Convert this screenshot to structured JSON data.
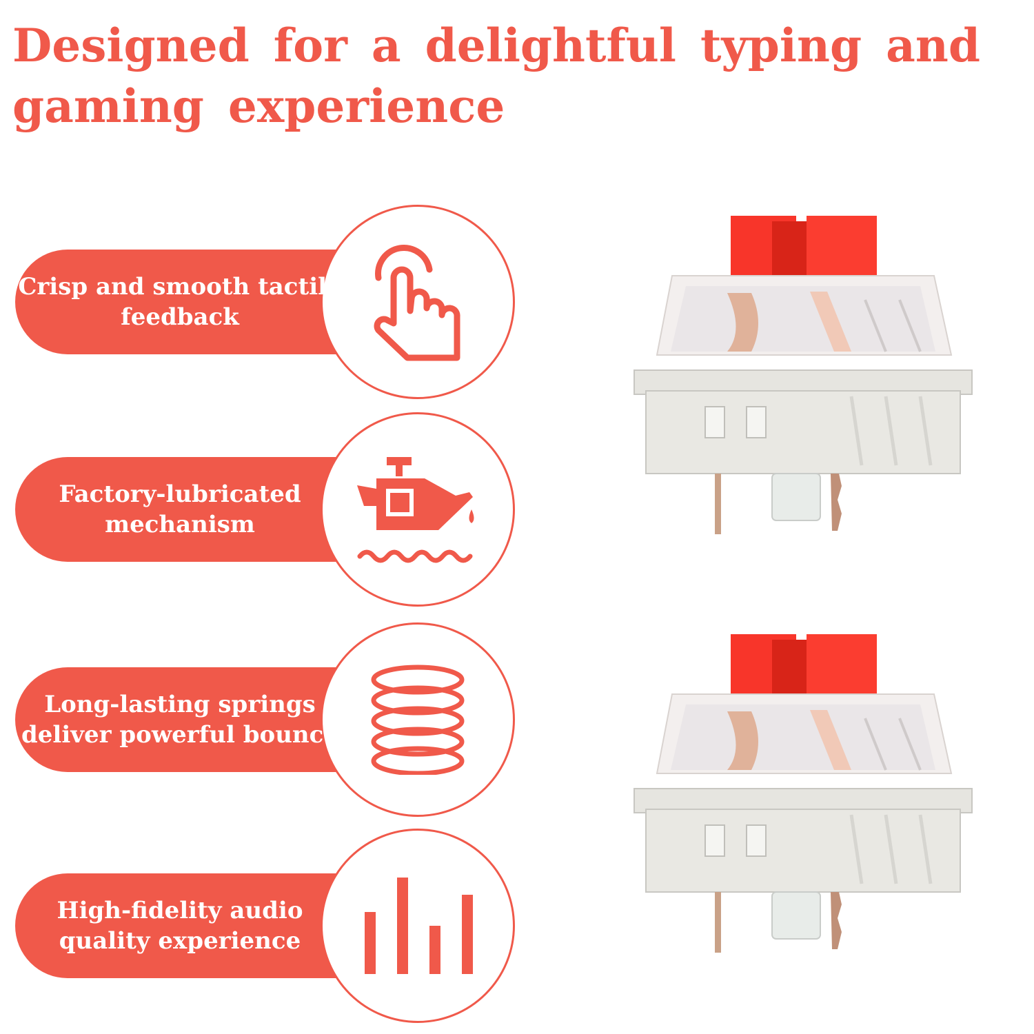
{
  "headline": "Designed for a delightful typing and gaming experience",
  "accent_color": "#f0594a",
  "features": [
    {
      "label": "Crisp and smooth tactile feedback",
      "icon": "tap-finger-icon"
    },
    {
      "label": "Factory-lubricated mechanism",
      "icon": "oil-can-icon"
    },
    {
      "label": "Long-lasting springs deliver powerful bounce",
      "icon": "spring-coil-icon"
    },
    {
      "label": "High-fidelity audio quality experience",
      "icon": "audio-bars-icon"
    }
  ],
  "switch_images": [
    {
      "icon": "red-mechanical-switch-icon"
    },
    {
      "icon": "red-mechanical-switch-icon"
    }
  ]
}
